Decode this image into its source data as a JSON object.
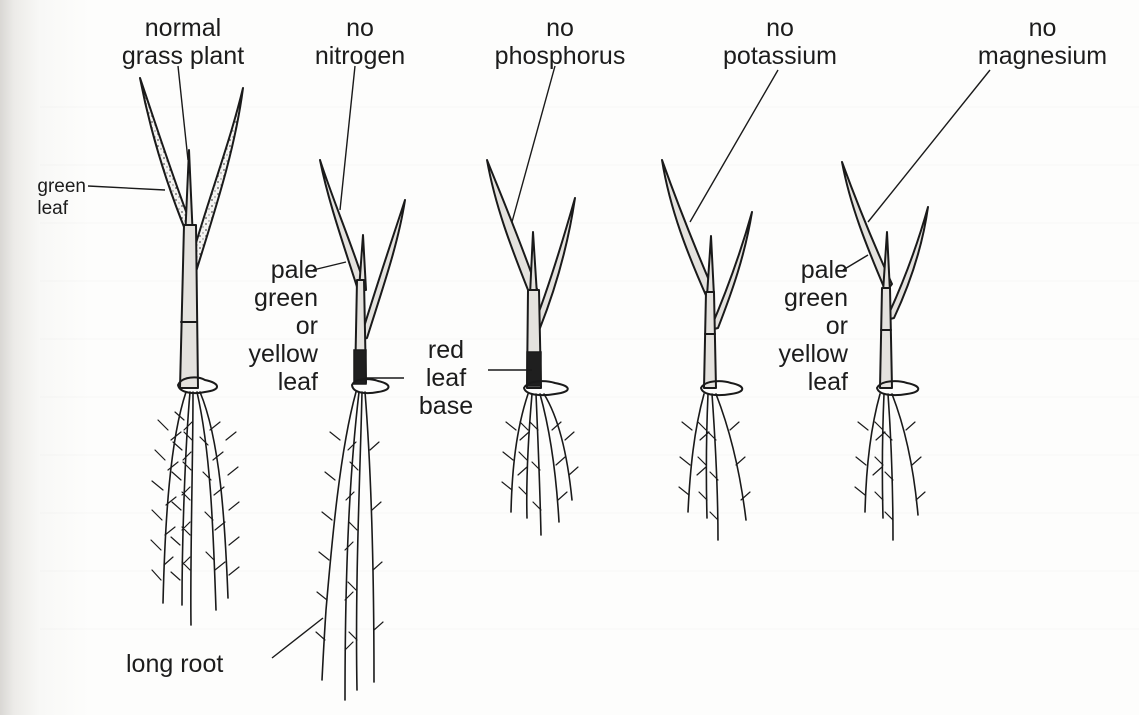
{
  "plants": [
    {
      "id": "normal",
      "title_lines": [
        "normal",
        "grass plant"
      ]
    },
    {
      "id": "no-nitrogen",
      "title_lines": [
        "no",
        "nitrogen"
      ]
    },
    {
      "id": "no-phosphorus",
      "title_lines": [
        "no",
        "phosphorus"
      ]
    },
    {
      "id": "no-potassium",
      "title_lines": [
        "no",
        "potassium"
      ]
    },
    {
      "id": "no-magnesium",
      "title_lines": [
        "no",
        "magnesium"
      ]
    }
  ],
  "annotations": {
    "green_leaf": [
      "green",
      "leaf"
    ],
    "pale_leaf_nitrogen": [
      "pale",
      "green",
      "or",
      "yellow",
      "leaf"
    ],
    "red_leaf_base": [
      "red",
      "leaf",
      "base"
    ],
    "pale_leaf_magnesium": [
      "pale",
      "green",
      "or",
      "yellow",
      "leaf"
    ],
    "long_root": "long root"
  }
}
